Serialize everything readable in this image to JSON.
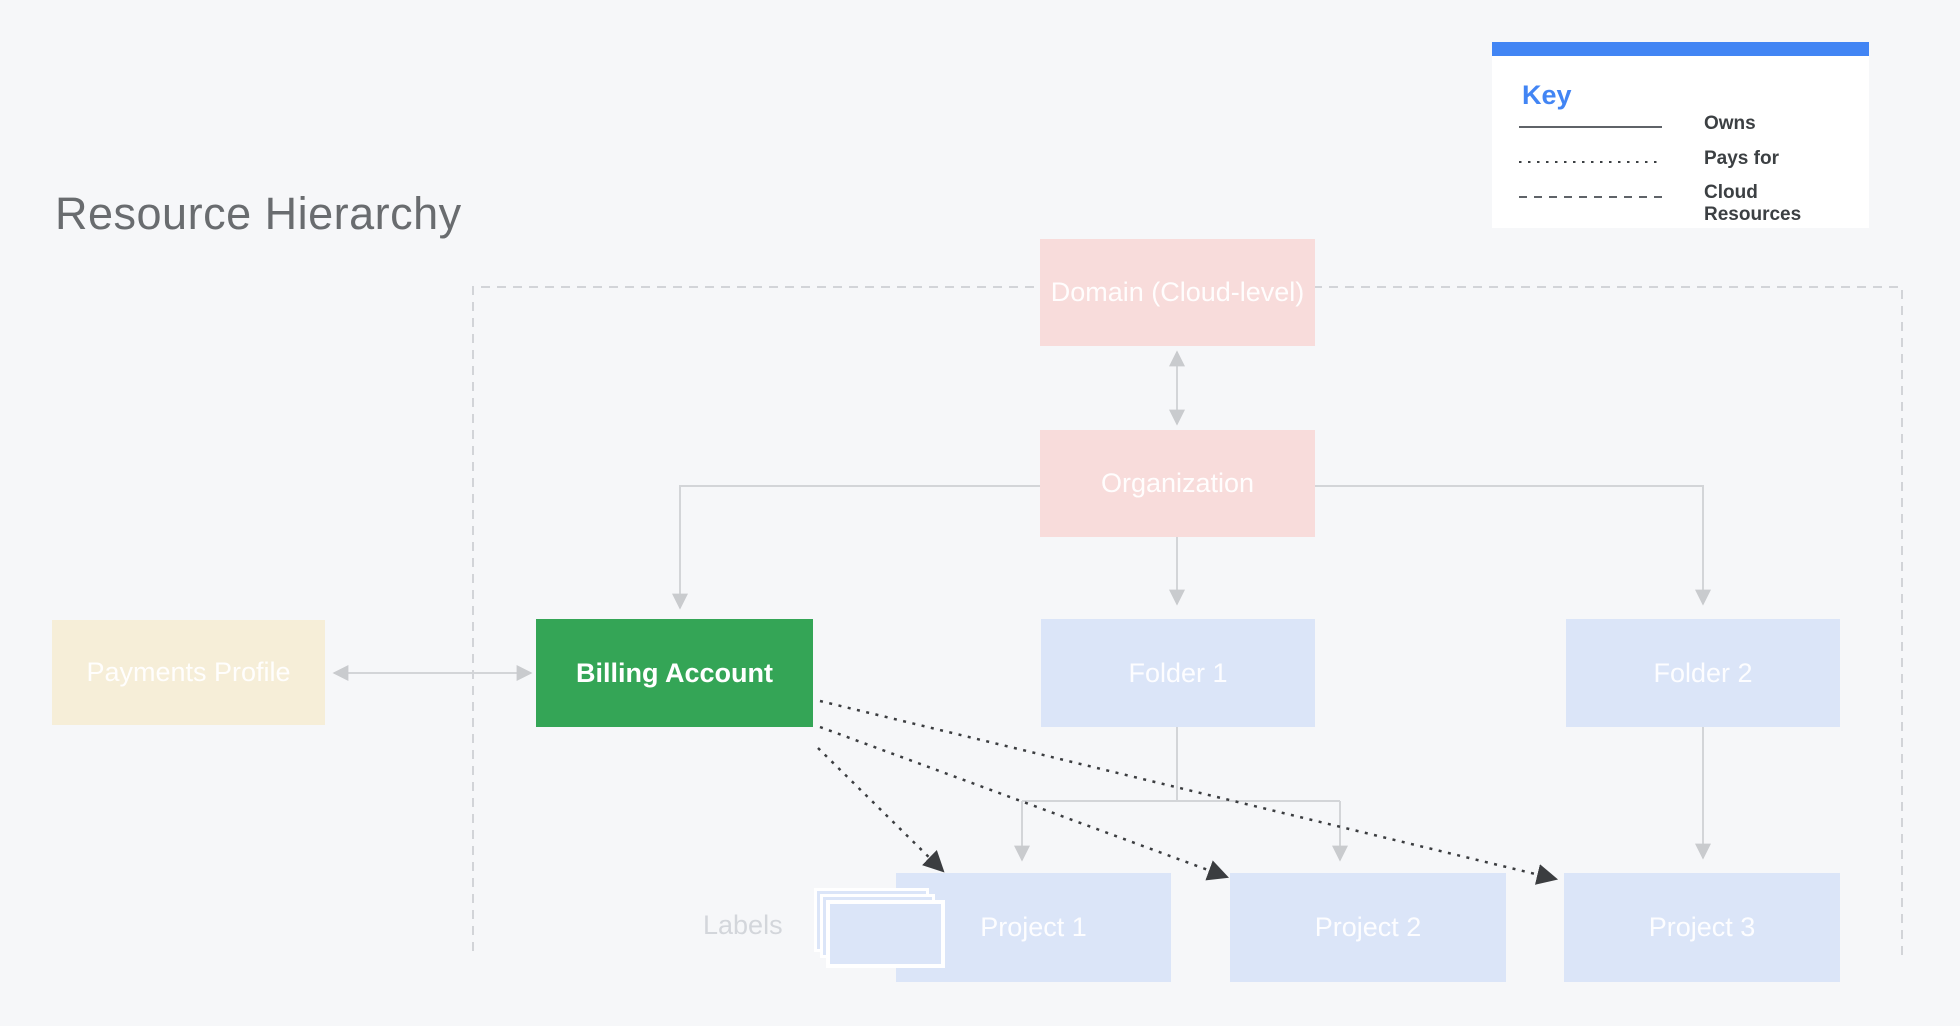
{
  "title": "Resource Hierarchy",
  "key": {
    "title": "Key",
    "items": [
      {
        "style": "solid",
        "label": "Owns"
      },
      {
        "style": "dotted",
        "label": "Pays for"
      },
      {
        "style": "dashed",
        "label": "Cloud Resources"
      }
    ]
  },
  "nodes": {
    "domain": {
      "label": "Domain (Cloud-level)"
    },
    "organization": {
      "label": "Organization"
    },
    "payments_profile": {
      "label": "Payments Profile"
    },
    "billing_account": {
      "label": "Billing Account"
    },
    "folder1": {
      "label": "Folder 1"
    },
    "folder2": {
      "label": "Folder 2"
    },
    "project1": {
      "label": "Project 1"
    },
    "project2": {
      "label": "Project 2"
    },
    "project3": {
      "label": "Project 3"
    }
  },
  "labels_caption": "Labels",
  "colors": {
    "bg": "#f6f7f9",
    "panel": "#ffffff",
    "accent_blue": "#4285f4",
    "pink": "#f8dcdb",
    "blue": "#dbe5f8",
    "green": "#34a556",
    "cream": "#f6eed8",
    "title_text": "#696c6f",
    "key_text": "#3c4043",
    "key_line_dark": "#5f6368",
    "connector": "#d3d5d8",
    "arrowhead": "#c9cbce",
    "dotted": "#3b3d40",
    "boundary": "#d2d4d8",
    "labels_caption_text": "#d3d6db"
  }
}
